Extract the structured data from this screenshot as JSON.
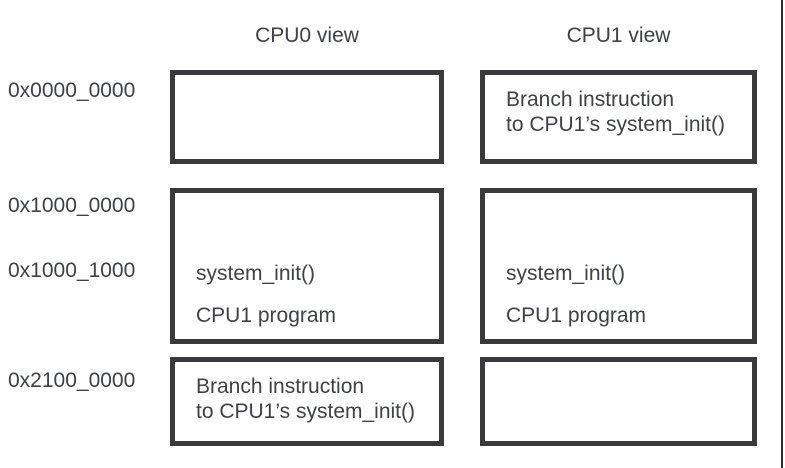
{
  "columns": {
    "cpu0": {
      "header": "CPU0 view",
      "regions": {
        "row1": {
          "line1": "",
          "line2": ""
        },
        "row2": {
          "line1": "system_init()",
          "line2": "CPU1 program"
        },
        "row3": {
          "line1": "Branch instruction",
          "line2": "to CPU1’s system_init()"
        }
      }
    },
    "cpu1": {
      "header": "CPU1 view",
      "regions": {
        "row1": {
          "line1": "Branch instruction",
          "line2": "to CPU1’s system_init()"
        },
        "row2": {
          "line1": "system_init()",
          "line2": "CPU1 program"
        },
        "row3": {
          "line1": "",
          "line2": ""
        }
      }
    }
  },
  "addresses": {
    "addr0": "0x0000_0000",
    "addr1": "0x1000_0000",
    "addr2": "0x1000_1000",
    "addr3": "0x2100_0000"
  },
  "colors": {
    "box_border": "#3a3a3c",
    "text": "#404145",
    "page_edge": "#2e2e2e",
    "background": "#ffffff"
  }
}
